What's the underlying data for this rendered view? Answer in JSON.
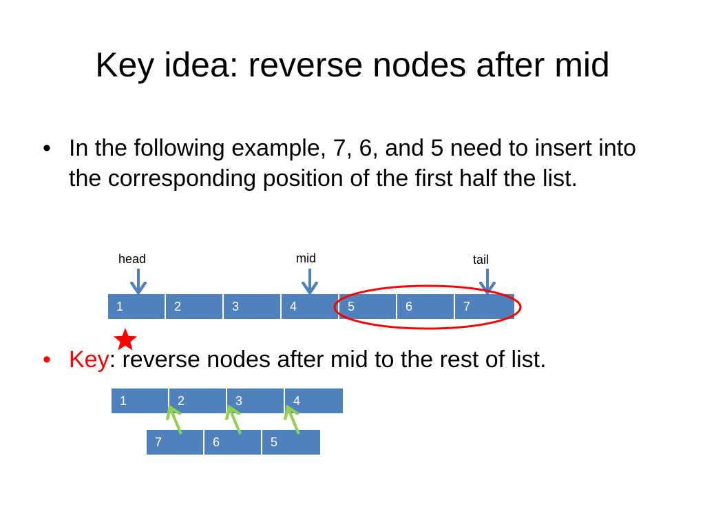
{
  "title": "Key idea: reverse nodes after mid",
  "bullets": [
    {
      "marker": "•",
      "text": "In the following example, 7, 6, and 5 need to insert into the corresponding position of the first half the list."
    },
    {
      "marker": "•",
      "key": "Key",
      "text": ": reverse nodes after mid to the rest of list."
    }
  ],
  "labels": {
    "head": "head",
    "mid": "mid",
    "tail": "tail"
  },
  "lists": {
    "full": [
      "1",
      "2",
      "3",
      "4",
      "5",
      "6",
      "7"
    ],
    "first_half": [
      "1",
      "2",
      "3",
      "4"
    ],
    "reversed": [
      "7",
      "6",
      "5"
    ]
  },
  "colors": {
    "node_fill": "#4f81bd",
    "pointer_arrow": "#4f81bd",
    "highlight_ellipse": "#ff0000",
    "key_text": "#ff0000",
    "star": "#ff0000",
    "insert_arrow": "#92d050"
  },
  "icons": {
    "pointer": "down-arrow-icon",
    "insert": "diagonal-arrow-icon",
    "mark": "star-icon"
  }
}
